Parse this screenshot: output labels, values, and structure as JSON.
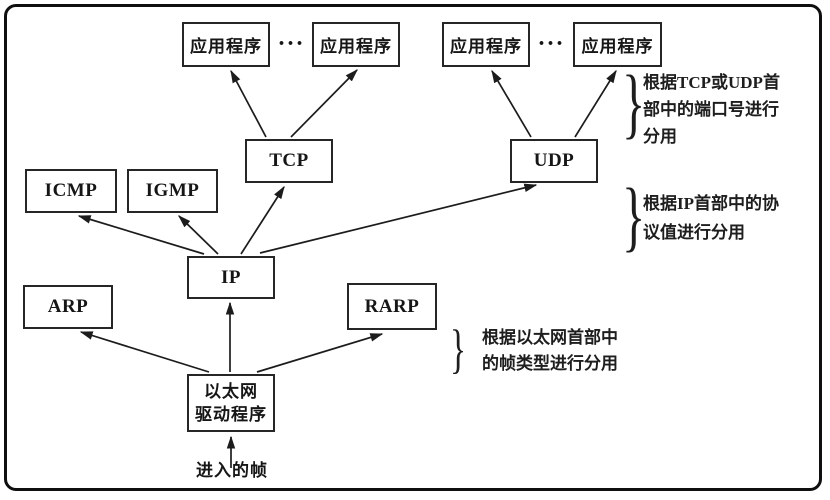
{
  "figure": {
    "background_color": "#ffffff",
    "line_color": "#1c1c1c",
    "border_color": "#0f0f0f"
  },
  "boxes": {
    "app1": {
      "label": "应用程序"
    },
    "app2": {
      "label": "应用程序"
    },
    "app3": {
      "label": "应用程序"
    },
    "app4": {
      "label": "应用程序"
    },
    "tcp": {
      "label": "TCP"
    },
    "udp": {
      "label": "UDP"
    },
    "icmp": {
      "label": "ICMP"
    },
    "igmp": {
      "label": "IGMP"
    },
    "ip": {
      "label": "IP"
    },
    "arp": {
      "label": "ARP"
    },
    "rarp": {
      "label": "RARP"
    },
    "ethernet_driver": {
      "line1": "以太网",
      "line2": "驱动程序"
    }
  },
  "ellipsis": {
    "tcp_side": "···",
    "udp_side": "···"
  },
  "caption": {
    "incoming_frame": "进入的帧"
  },
  "annotations": {
    "ports": {
      "brace": "}",
      "line1": "根据TCP或UDP首",
      "line2": "部中的端口号进行",
      "line3": "分用"
    },
    "protocol": {
      "brace": "}",
      "line1": "根据IP首部中的协",
      "line2": "议值进行分用"
    },
    "frame_type": {
      "brace": "}",
      "line1": "根据以太网首部中",
      "line2": "的帧类型进行分用"
    }
  },
  "edges": [
    {
      "from": "tcp",
      "to": "app1"
    },
    {
      "from": "tcp",
      "to": "app2"
    },
    {
      "from": "udp",
      "to": "app3"
    },
    {
      "from": "udp",
      "to": "app4"
    },
    {
      "from": "ip",
      "to": "icmp"
    },
    {
      "from": "ip",
      "to": "igmp"
    },
    {
      "from": "ip",
      "to": "tcp"
    },
    {
      "from": "ip",
      "to": "udp"
    },
    {
      "from": "ethernet_driver",
      "to": "arp"
    },
    {
      "from": "ethernet_driver",
      "to": "ip"
    },
    {
      "from": "ethernet_driver",
      "to": "rarp"
    },
    {
      "from": "incoming_frame",
      "to": "ethernet_driver"
    }
  ]
}
